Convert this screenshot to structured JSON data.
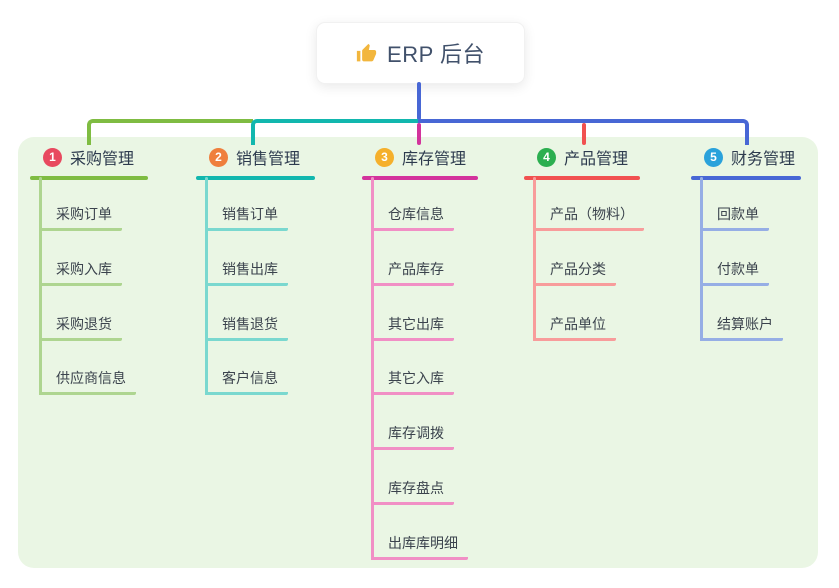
{
  "root": {
    "label": "ERP 后台",
    "icon": "thumbs-up-icon",
    "icon_color": "#f2b63d",
    "text_color": "#41516b",
    "box_color": "#ffffff"
  },
  "panel_color": "#eaf6e4",
  "trunk_color": "#4867d5",
  "header_text_color": "#2d3b4e",
  "child_text_color": "#3b434d",
  "branches": [
    {
      "badge": "1",
      "label": "采购管理",
      "badge_color": "#e8495f",
      "line_color": "#7fbc42",
      "child_line_color": "#aed590",
      "children": [
        "采购订单",
        "采购入库",
        "采购退货",
        "供应商信息"
      ]
    },
    {
      "badge": "2",
      "label": "销售管理",
      "badge_color": "#ef7f3d",
      "line_color": "#12b7ae",
      "child_line_color": "#7ad8cf",
      "children": [
        "销售订单",
        "销售出库",
        "销售退货",
        "客户信息"
      ]
    },
    {
      "badge": "3",
      "label": "库存管理",
      "badge_color": "#f5b02b",
      "line_color": "#d3339c",
      "child_line_color": "#f18fc5",
      "children": [
        "仓库信息",
        "产品库存",
        "其它出库",
        "其它入库",
        "库存调拨",
        "库存盘点",
        "出库库明细"
      ]
    },
    {
      "badge": "4",
      "label": "产品管理",
      "badge_color": "#2caf50",
      "line_color": "#f15150",
      "child_line_color": "#f89c9b",
      "children": [
        "产品（物料）",
        "产品分类",
        "产品单位"
      ]
    },
    {
      "badge": "5",
      "label": "财务管理",
      "badge_color": "#2aa2db",
      "line_color": "#4867d5",
      "child_line_color": "#96aee5",
      "children": [
        "回款单",
        "付款单",
        "结算账户"
      ]
    }
  ]
}
